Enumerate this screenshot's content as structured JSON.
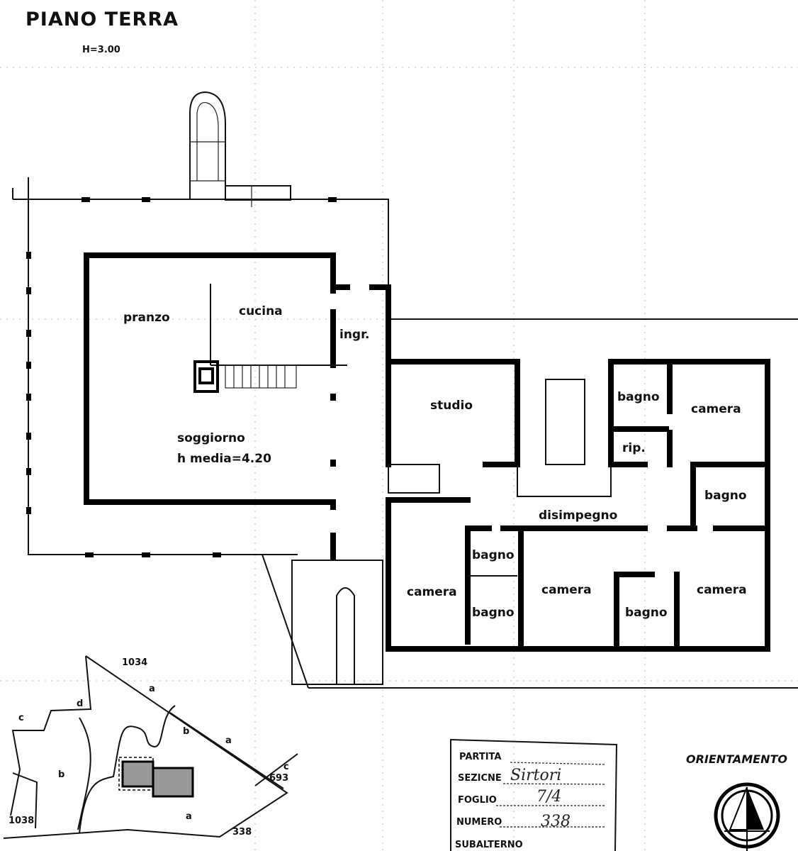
{
  "header": {
    "title": "PIANO TERRA",
    "height": "H=3.00"
  },
  "rooms": {
    "pranzo": "pranzo",
    "cucina": "cucina",
    "ingresso": "ingr.",
    "soggiorno": "soggiorno",
    "soggiorno_height": "h media=4.20",
    "studio": "studio",
    "bagno_1": "bagno",
    "camera_1": "camera",
    "ripostiglio": "rip.",
    "bagno_2": "bagno",
    "disimpegno": "disimpegno",
    "bagno_3": "bagno",
    "bagno_4": "bagno",
    "camera_2": "camera",
    "camera_3": "camera",
    "bagno_5": "bagno",
    "camera_4": "camera"
  },
  "site_map": {
    "parcels": [
      "1034",
      "693",
      "338",
      "1038"
    ],
    "letters": [
      "a",
      "b",
      "a",
      "a",
      "b",
      "c",
      "c",
      "d"
    ]
  },
  "cadastral_box": {
    "partita_label": "PARTITA",
    "partita_value": "",
    "sezione_label": "SEZICNE",
    "sezione_value": "Sirtori",
    "foglio_label": "FOGLIO",
    "foglio_value": "7/4",
    "numero_label": "NUMERO",
    "numero_value": "338",
    "subalterno_label": "SUBALTERNO",
    "subalterno_value": ""
  },
  "orientation": {
    "label": "ORIENTAMENTO"
  }
}
